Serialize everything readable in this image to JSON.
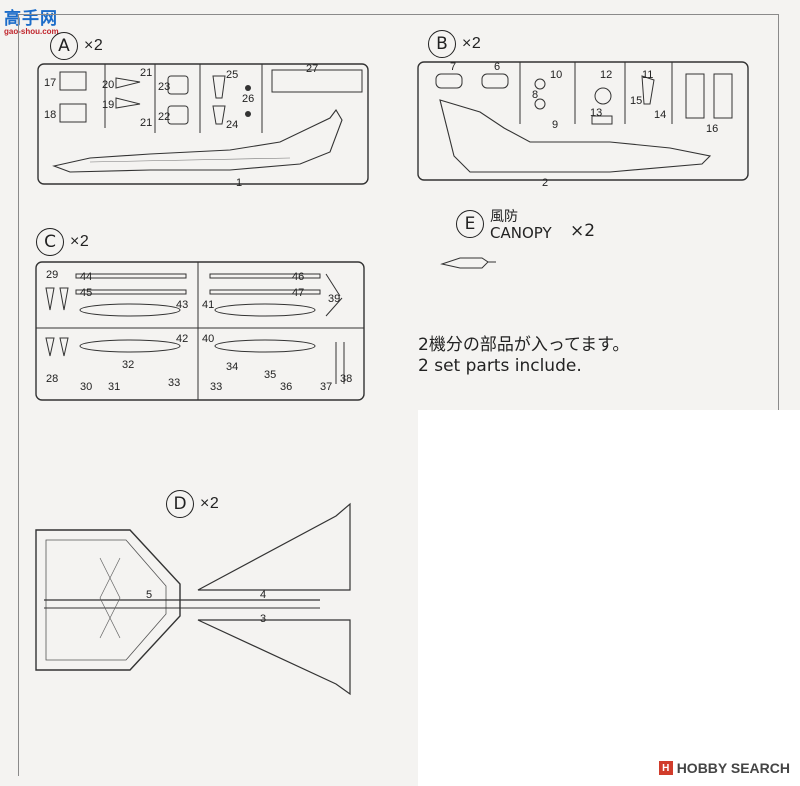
{
  "watermark_top": {
    "logo_text": "高手网",
    "url": "gao-shou.com"
  },
  "watermark_bottom": {
    "text": "HOBBY SEARCH"
  },
  "sprues": {
    "A": {
      "letter": "A",
      "qty": "×2",
      "parts": [
        "17",
        "18",
        "20",
        "19",
        "21",
        "21",
        "23",
        "22",
        "25",
        "26",
        "24",
        "27",
        "1"
      ]
    },
    "B": {
      "letter": "B",
      "qty": "×2",
      "parts": [
        "7",
        "6",
        "10",
        "8",
        "9",
        "12",
        "13",
        "11",
        "15",
        "14",
        "16",
        "2"
      ]
    },
    "C": {
      "letter": "C",
      "qty": "×2",
      "parts": [
        "29",
        "44",
        "45",
        "43",
        "46",
        "47",
        "41",
        "39",
        "42",
        "40",
        "32",
        "28",
        "30",
        "31",
        "33",
        "33",
        "34",
        "35",
        "36",
        "37",
        "38"
      ]
    },
    "D": {
      "letter": "D",
      "qty": "×2",
      "parts": [
        "5",
        "4",
        "3"
      ]
    },
    "E": {
      "letter": "E",
      "qty": "×2",
      "name_jp": "風防",
      "name_en": "CANOPY"
    }
  },
  "note": {
    "jp": "2機分の部品が入ってます。",
    "en": "2 set parts include."
  }
}
